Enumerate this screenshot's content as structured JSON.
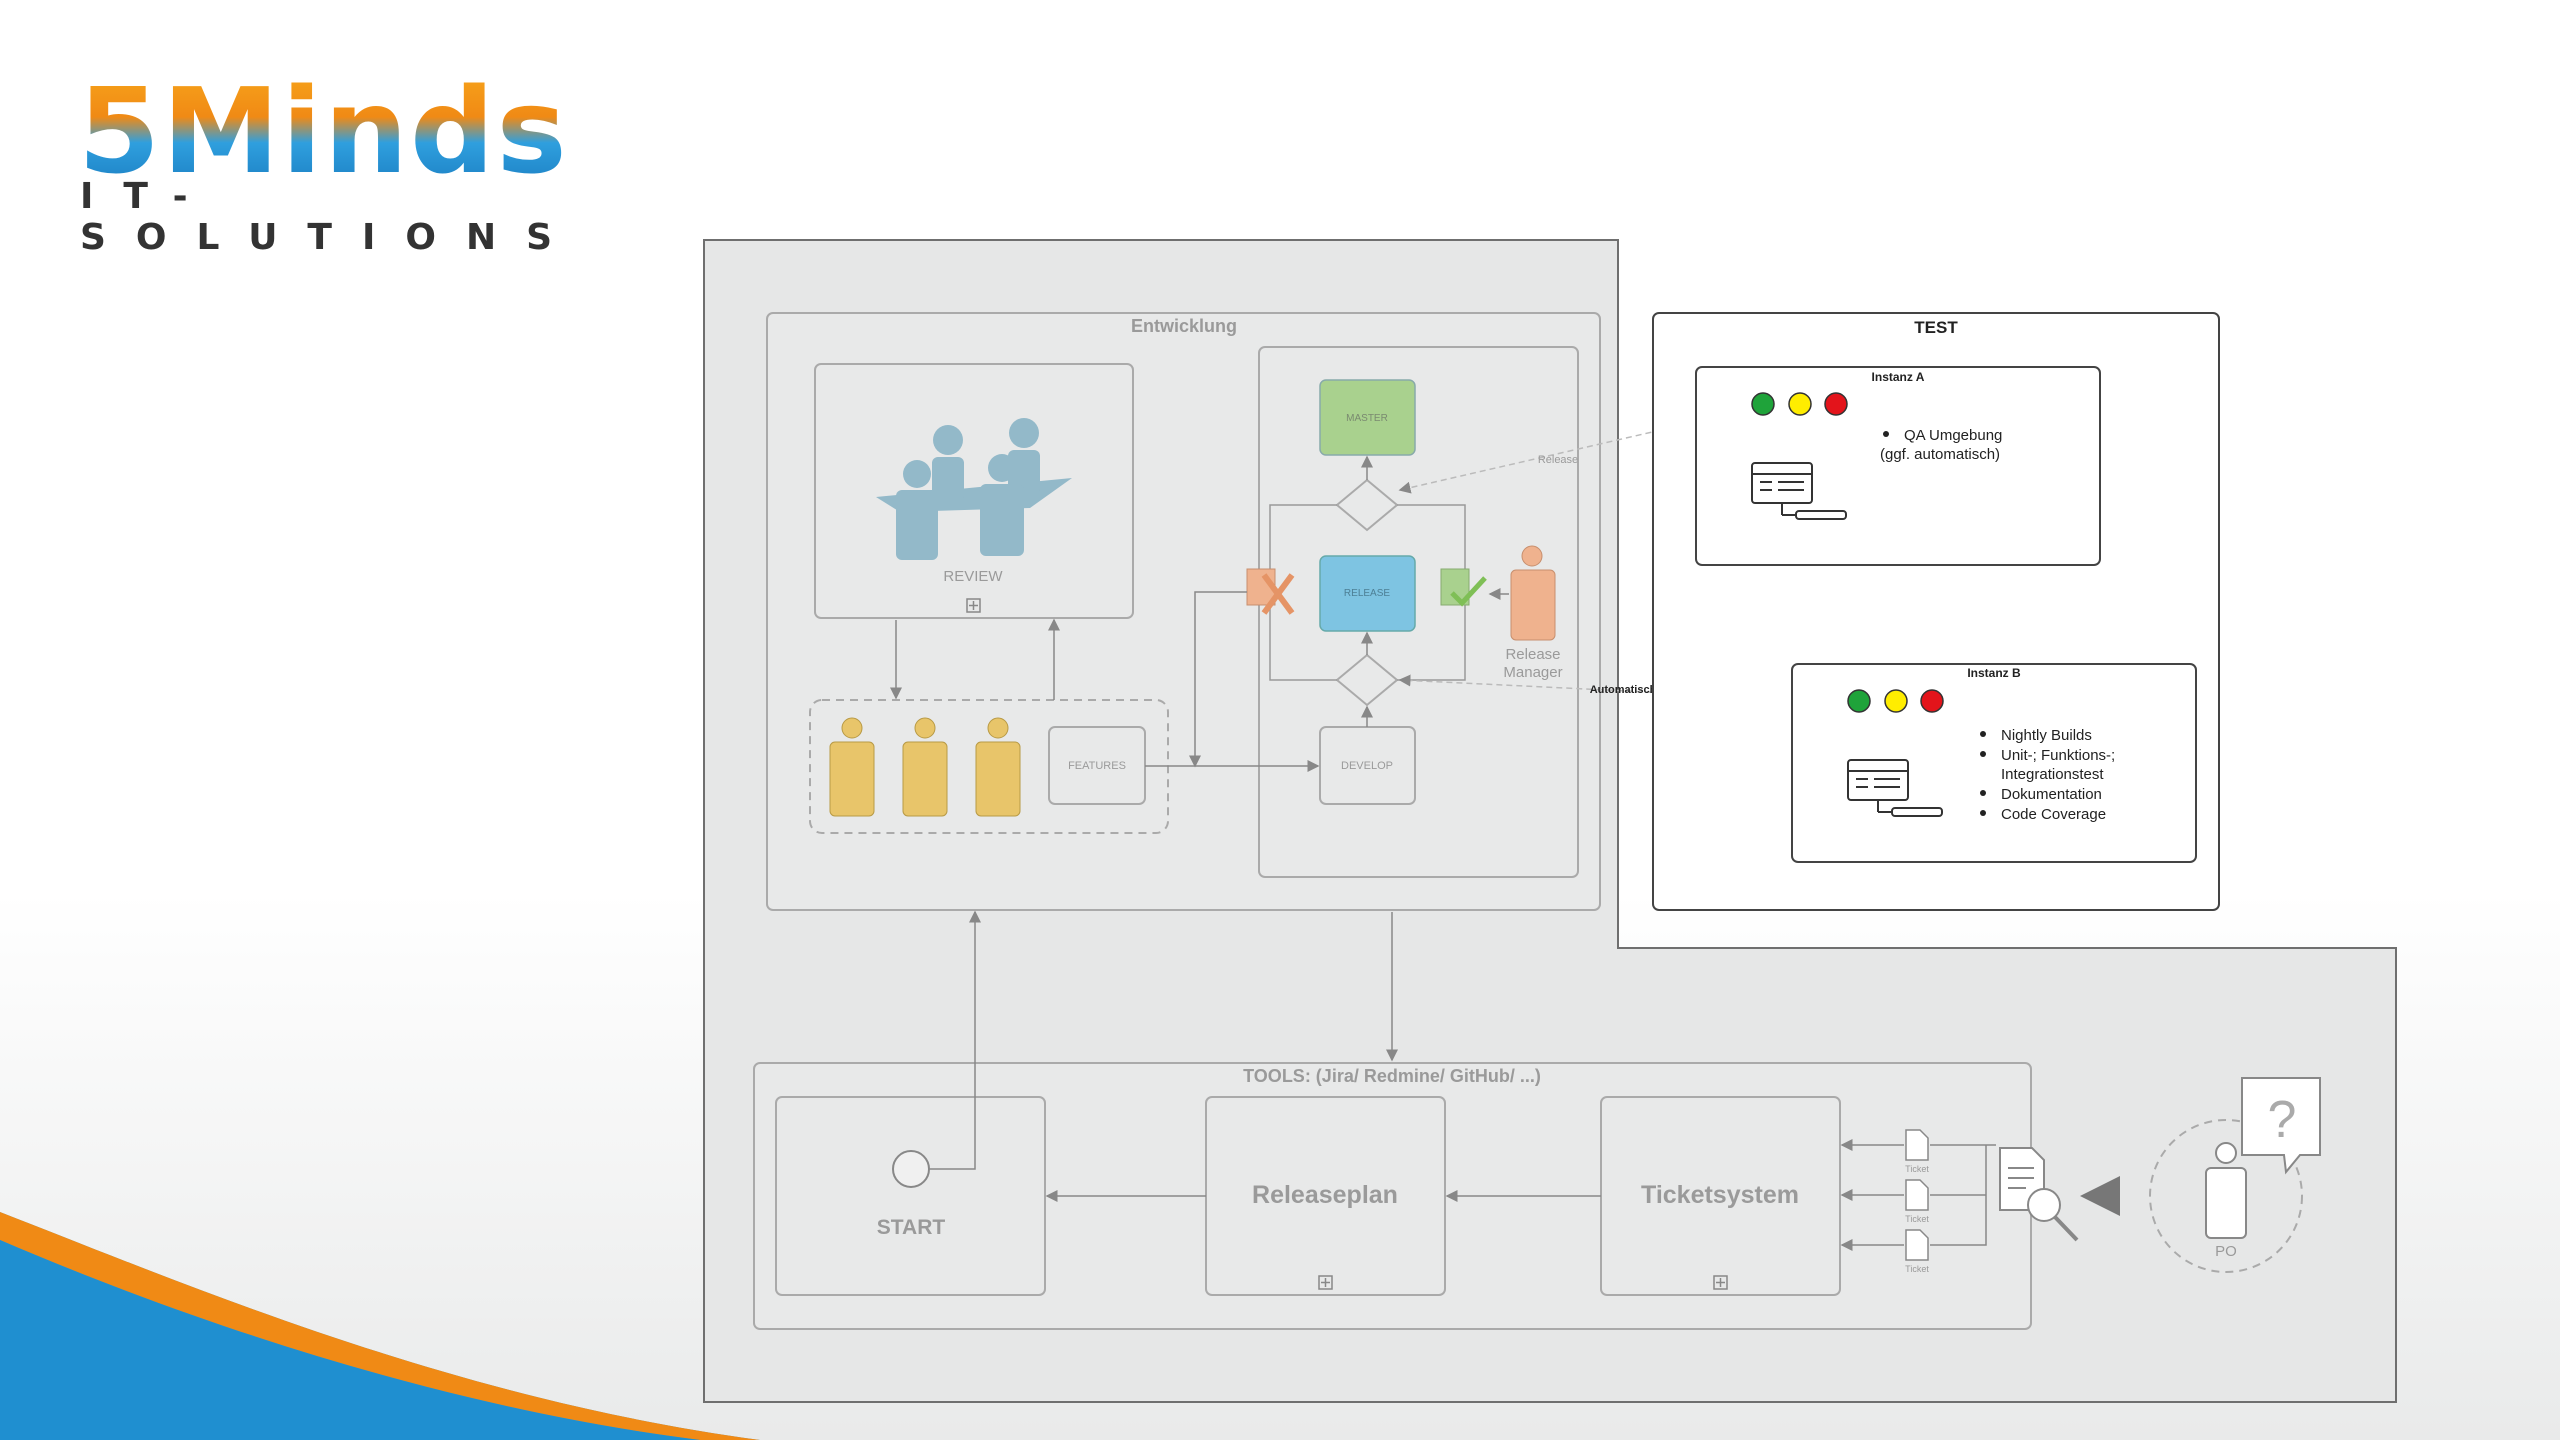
{
  "logo": {
    "brand": "5Minds",
    "tagline": "IT-SOLUTIONS"
  },
  "entwicklung": {
    "title": "Entwicklung",
    "review_label": "REVIEW",
    "features_label": "FEATURES",
    "develop_label": "DEVELOP",
    "master_label": "MASTER",
    "release_label": "RELEASE",
    "release_manager_line1": "Release",
    "release_manager_line2": "Manager"
  },
  "connectors": {
    "release": "Release",
    "automatisch": "Automatisch"
  },
  "test": {
    "title": "TEST",
    "instanz_a": {
      "title": "Instanz A",
      "bullets": [
        "QA Umgebung"
      ],
      "note": "(ggf. automatisch)"
    },
    "instanz_b": {
      "title": "Instanz B",
      "bullets": [
        "Nightly Builds",
        "Unit-; Funktions-;",
        "Dokumentation",
        "Code Coverage"
      ],
      "continuation": "Integrationstest"
    }
  },
  "tools": {
    "title": "TOOLS: (Jira/ Redmine/ GitHub/ ...)",
    "start": "START",
    "releaseplan": "Releaseplan",
    "ticketsystem": "Ticketsystem",
    "ticket_label": "Ticket",
    "po_label": "PO"
  },
  "colors": {
    "green": "#1fa33a",
    "yellow": "#ffed00",
    "red": "#e3141b",
    "master": "#a9d18e",
    "release": "#7ec4e2",
    "people": "#e8c56a",
    "review_people": "#93b9c9",
    "manager": "#efb28e"
  }
}
